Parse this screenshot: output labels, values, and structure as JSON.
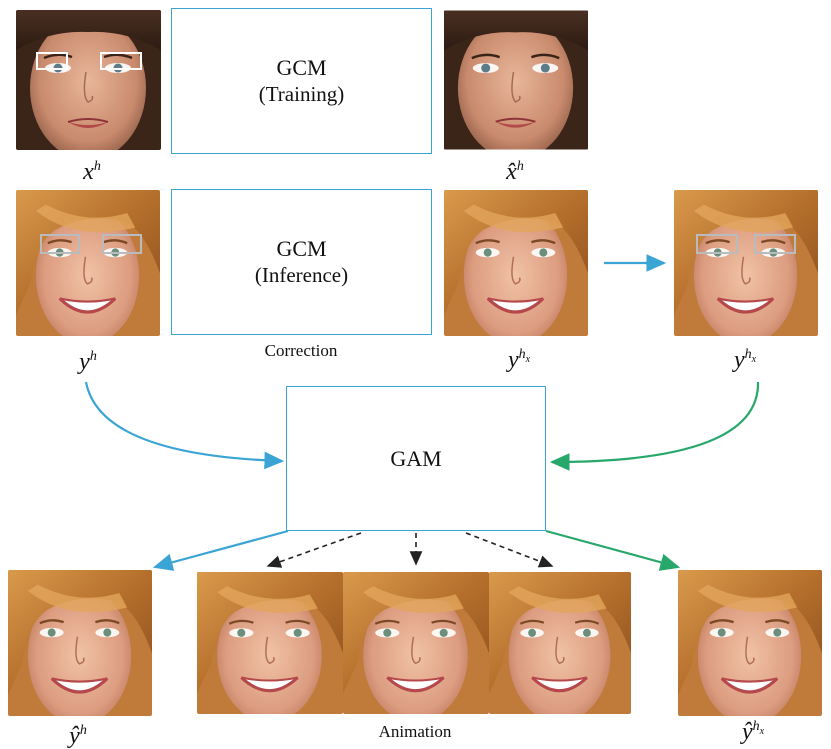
{
  "top_box": {
    "title": "GCM",
    "subtitle": "(Training)"
  },
  "mid_box": {
    "title": "GCM",
    "subtitle": "(Inference)",
    "caption": "Correction"
  },
  "gam_box": {
    "title": "GAM"
  },
  "animation_caption": "Animation",
  "labels": {
    "x_h": {
      "base": "x",
      "sup": "h"
    },
    "x_hat_h": {
      "base": "x̂",
      "sup": "h"
    },
    "y_h": {
      "base": "y",
      "sup": "h"
    },
    "y_hx_1": {
      "base": "y",
      "sup": "h",
      "sub": "x"
    },
    "y_hx_2": {
      "base": "y",
      "sup": "h",
      "sub": "x"
    },
    "y_hat_h": {
      "base": "ŷ",
      "sup": "h"
    },
    "y_hat_hx": {
      "base": "ŷ",
      "sup": "h",
      "sub": "x"
    }
  },
  "colors": {
    "box_border": "#3aa5d4",
    "blue_arrow": "#3aa5d4",
    "green_arrow": "#27a86a",
    "eye_box_white": "#ffffff",
    "eye_box_grey": "#b9bcbf"
  },
  "images": [
    {
      "id": "face-x",
      "subject": "brunette-face"
    },
    {
      "id": "face-x-hat",
      "subject": "brunette-face"
    },
    {
      "id": "face-y",
      "subject": "blonde-smiling-face"
    },
    {
      "id": "face-y-hx",
      "subject": "blonde-smiling-face"
    },
    {
      "id": "face-y-hx-2",
      "subject": "blonde-smiling-face"
    },
    {
      "id": "face-y-hat",
      "subject": "blonde-smiling-face"
    },
    {
      "id": "face-anim-1",
      "subject": "blonde-smiling-face"
    },
    {
      "id": "face-anim-2",
      "subject": "blonde-smiling-face"
    },
    {
      "id": "face-anim-3",
      "subject": "blonde-smiling-face"
    },
    {
      "id": "face-y-hat-hx",
      "subject": "blonde-smiling-face"
    }
  ]
}
